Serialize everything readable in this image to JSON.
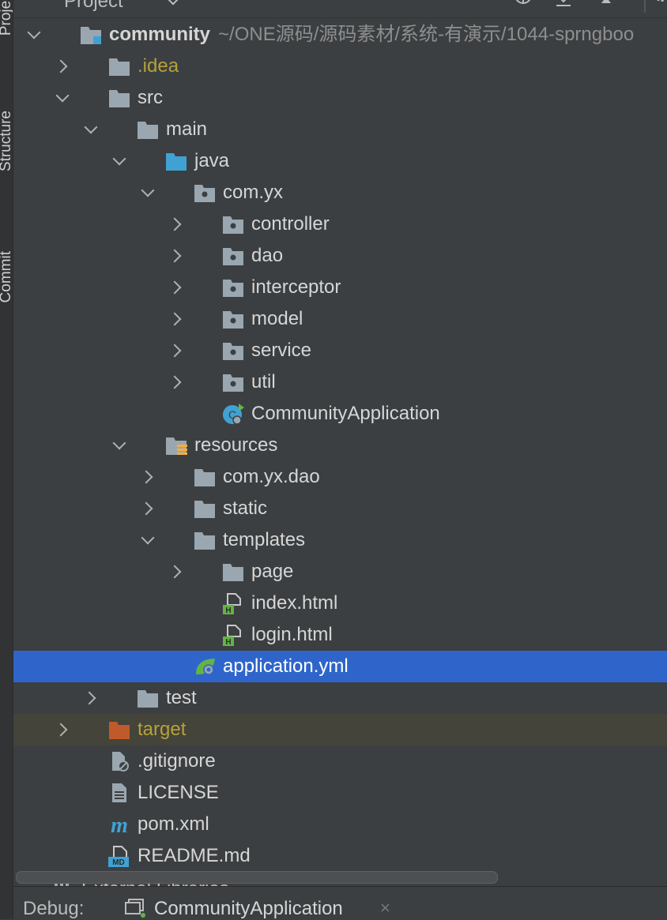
{
  "side_tabs": [
    "Project",
    "Structure",
    "Commit"
  ],
  "panel": {
    "title": "Project"
  },
  "project_path": "~/ONE源码/源码素材/系统-有演示/1044-sprngboo",
  "tree": [
    {
      "label": "community",
      "depth": 0,
      "state": "expanded",
      "icon": "module-folder-icon",
      "bold": true,
      "has_path": true
    },
    {
      "label": ".idea",
      "depth": 1,
      "state": "collapsed",
      "icon": "folder-icon",
      "style": "excluded"
    },
    {
      "label": "src",
      "depth": 1,
      "state": "expanded",
      "icon": "folder-icon"
    },
    {
      "label": "main",
      "depth": 2,
      "state": "expanded",
      "icon": "folder-icon"
    },
    {
      "label": "java",
      "depth": 3,
      "state": "expanded",
      "icon": "source-root-folder-icon"
    },
    {
      "label": "com.yx",
      "depth": 4,
      "state": "expanded",
      "icon": "package-folder-icon"
    },
    {
      "label": "controller",
      "depth": 5,
      "state": "collapsed",
      "icon": "package-folder-icon"
    },
    {
      "label": "dao",
      "depth": 5,
      "state": "collapsed",
      "icon": "package-folder-icon"
    },
    {
      "label": "interceptor",
      "depth": 5,
      "state": "collapsed",
      "icon": "package-folder-icon"
    },
    {
      "label": "model",
      "depth": 5,
      "state": "collapsed",
      "icon": "package-folder-icon"
    },
    {
      "label": "service",
      "depth": 5,
      "state": "collapsed",
      "icon": "package-folder-icon"
    },
    {
      "label": "util",
      "depth": 5,
      "state": "collapsed",
      "icon": "package-folder-icon"
    },
    {
      "label": "CommunityApplication",
      "depth": 5,
      "state": "leaf",
      "icon": "spring-boot-class-icon"
    },
    {
      "label": "resources",
      "depth": 3,
      "state": "expanded",
      "icon": "resources-root-folder-icon"
    },
    {
      "label": "com.yx.dao",
      "depth": 4,
      "state": "collapsed",
      "icon": "folder-icon"
    },
    {
      "label": "static",
      "depth": 4,
      "state": "collapsed",
      "icon": "folder-icon"
    },
    {
      "label": "templates",
      "depth": 4,
      "state": "expanded",
      "icon": "folder-icon"
    },
    {
      "label": "page",
      "depth": 5,
      "state": "collapsed",
      "icon": "folder-icon"
    },
    {
      "label": "index.html",
      "depth": 5,
      "state": "leaf",
      "icon": "html-file-icon"
    },
    {
      "label": "login.html",
      "depth": 5,
      "state": "leaf",
      "icon": "html-file-icon"
    },
    {
      "label": "application.yml",
      "depth": 4,
      "state": "leaf",
      "icon": "spring-yml-file-icon",
      "style": "selected"
    },
    {
      "label": "test",
      "depth": 2,
      "state": "collapsed",
      "icon": "folder-icon"
    },
    {
      "label": "target",
      "depth": 1,
      "state": "collapsed",
      "icon": "excluded-folder-icon",
      "style": "highlight"
    },
    {
      "label": ".gitignore",
      "depth": 1,
      "state": "leaf",
      "icon": "gitignore-file-icon"
    },
    {
      "label": "LICENSE",
      "depth": 1,
      "state": "leaf",
      "icon": "text-file-icon"
    },
    {
      "label": "pom.xml",
      "depth": 1,
      "state": "leaf",
      "icon": "maven-file-icon"
    },
    {
      "label": "README.md",
      "depth": 1,
      "state": "leaf",
      "icon": "markdown-file-icon"
    }
  ],
  "external_libraries": "External Libraries",
  "bottom": {
    "debug_label": "Debug:",
    "tab_label": "CommunityApplication",
    "close": "×"
  },
  "colors": {
    "background": "#3c3f41",
    "selection": "#2f65ca",
    "excluded_row": "#45443a",
    "excluded_text": "#b5a23a",
    "folder_gray": "#9aa7b0",
    "source_blue": "#40a2d3",
    "excluded_orange": "#c05a2a",
    "html_green": "#62b543"
  }
}
